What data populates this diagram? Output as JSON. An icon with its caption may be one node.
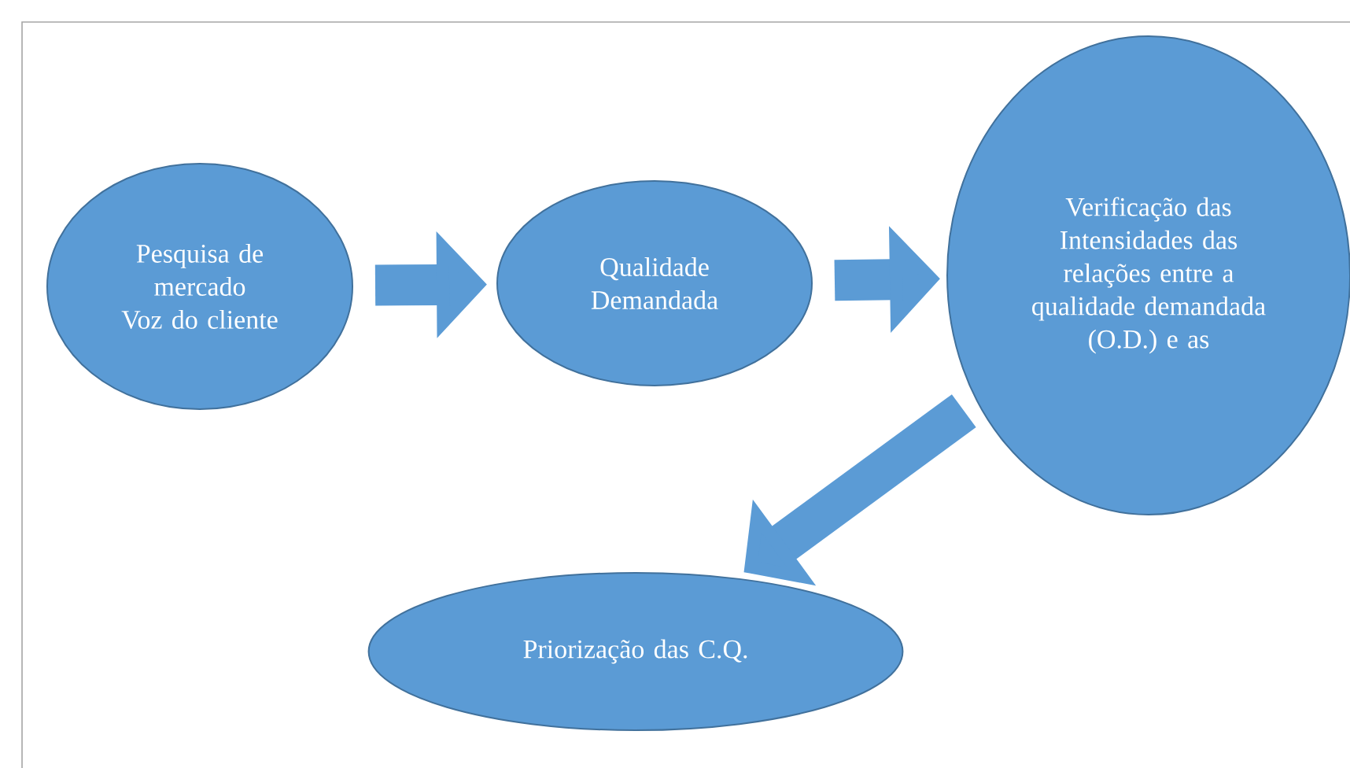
{
  "diagram": {
    "nodes": [
      {
        "text": [
          "Pesquisa de mercado",
          "Voz do cliente"
        ]
      },
      {
        "text": [
          "Qualidade Demandada"
        ]
      },
      {
        "text": [
          "Verificação das Intensidades das relações entre a qualidade demandada (O.D.) e as"
        ]
      },
      {
        "text": [
          "Priorização das C.Q."
        ]
      }
    ],
    "edges": [
      {
        "from": 0,
        "to": 1,
        "arrow": "to"
      },
      {
        "from": 1,
        "to": 2,
        "arrow": "to"
      },
      {
        "from": 2,
        "to": 3,
        "arrow": "to"
      }
    ]
  }
}
